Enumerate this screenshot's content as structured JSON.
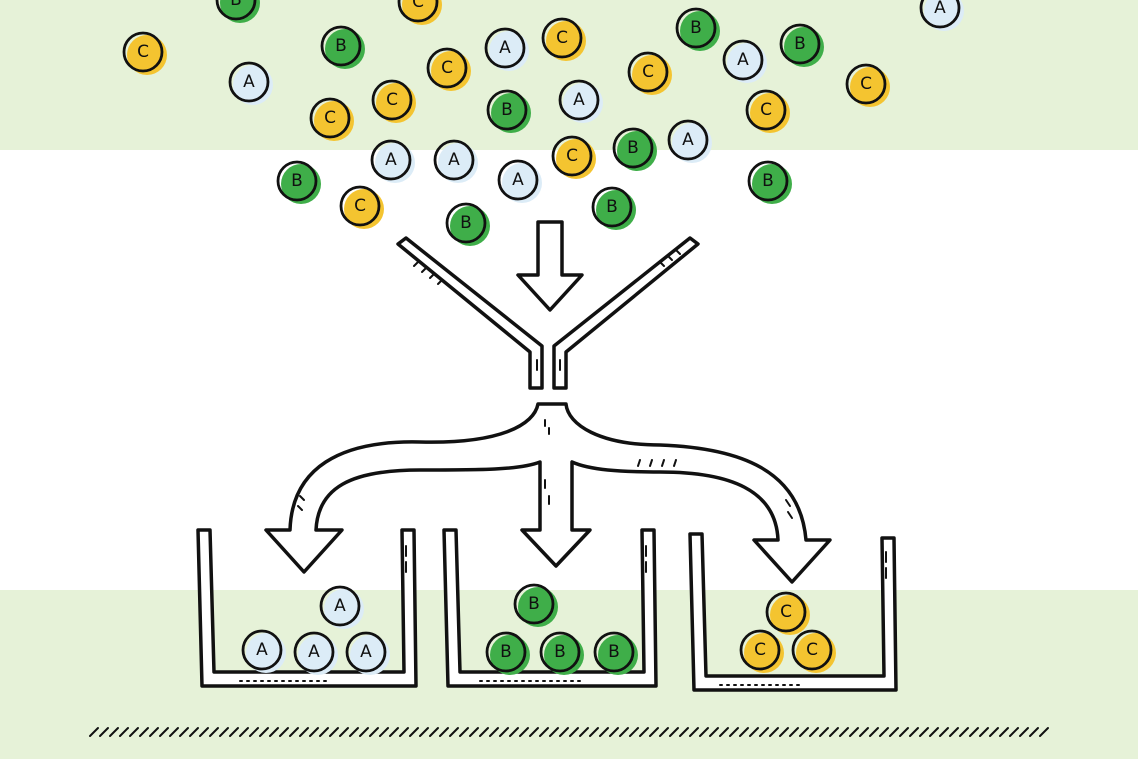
{
  "balls": {
    "falling": [
      {
        "label": "C",
        "color": "yellow"
      },
      {
        "label": "A",
        "color": "blue"
      },
      {
        "label": "B",
        "color": "green"
      },
      {
        "label": "C",
        "color": "yellow"
      },
      {
        "label": "A",
        "color": "blue"
      },
      {
        "label": "C",
        "color": "yellow"
      },
      {
        "label": "B",
        "color": "green"
      },
      {
        "label": "A",
        "color": "blue"
      },
      {
        "label": "C",
        "color": "yellow"
      },
      {
        "label": "B",
        "color": "green"
      },
      {
        "label": "A",
        "color": "blue"
      },
      {
        "label": "B",
        "color": "green"
      },
      {
        "label": "C",
        "color": "yellow"
      },
      {
        "label": "C",
        "color": "yellow"
      },
      {
        "label": "C",
        "color": "yellow"
      },
      {
        "label": "B",
        "color": "green"
      },
      {
        "label": "A",
        "color": "blue"
      },
      {
        "label": "A",
        "color": "blue"
      },
      {
        "label": "C",
        "color": "yellow"
      },
      {
        "label": "B",
        "color": "green"
      },
      {
        "label": "A",
        "color": "blue"
      },
      {
        "label": "B",
        "color": "green"
      },
      {
        "label": "C",
        "color": "yellow"
      },
      {
        "label": "A",
        "color": "blue"
      },
      {
        "label": "B",
        "color": "green"
      },
      {
        "label": "C",
        "color": "yellow"
      },
      {
        "label": "B",
        "color": "green"
      },
      {
        "label": "B",
        "color": "green"
      },
      {
        "label": "C",
        "color": "yellow"
      },
      {
        "label": "A",
        "color": "blue"
      }
    ],
    "bins": [
      {
        "balls": [
          "A",
          "A",
          "A",
          "A"
        ],
        "color": "blue"
      },
      {
        "balls": [
          "B",
          "B",
          "B",
          "B"
        ],
        "color": "green"
      },
      {
        "balls": [
          "C",
          "C",
          "C"
        ],
        "color": "yellow"
      }
    ]
  },
  "palette": {
    "yellow": "#f4c430",
    "green": "#3fae49",
    "blue": "#dcecf7",
    "background_tint": "#e6f2d8",
    "ink": "#111111"
  },
  "icons": [
    "funnel-icon",
    "down-arrow-icon",
    "split-arrow-icon",
    "bin-icon"
  ]
}
